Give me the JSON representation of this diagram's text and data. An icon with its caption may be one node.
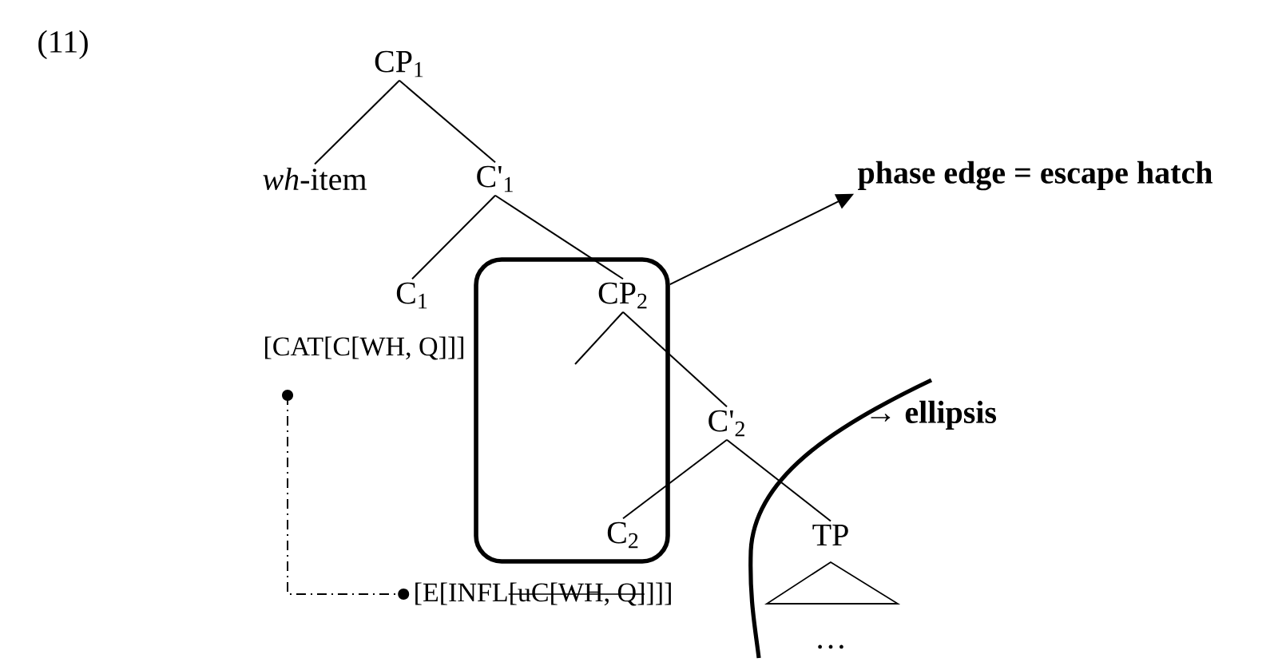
{
  "diagram": {
    "nodes": [
      {
        "text": [
          "CP$_{1}$"
        ]
      },
      {
        "text": [
          "*wh*-item"
        ]
      },
      {
        "text": [
          "C'$_{1}$"
        ]
      },
      {
        "text": [
          "C$_{1}$"
        ]
      },
      {
        "text": [
          "[CAT[C[WH, Q]]]"
        ]
      },
      {
        "text": [],
        "shape": "box"
      },
      {
        "text": [
          "CP$_{2}$"
        ],
        "in": 5
      },
      {
        "text": [
          "C'$_{2}$"
        ]
      },
      {
        "text": [
          "C$_{2}$"
        ],
        "in": 5
      },
      {
        "text": [
          "[E[INFL[uC[WH, Q]]]]"
        ]
      },
      {
        "text": [
          "TP"
        ]
      },
      {
        "text": [
          "phase edge = escape hatch"
        ]
      }
    ],
    "edges": [
      {
        "from": 0,
        "to": 1,
        "arrow": "none"
      },
      {
        "from": 0,
        "to": 2,
        "arrow": "none"
      },
      {
        "from": 2,
        "to": 3,
        "arrow": "none"
      },
      {
        "from": 2,
        "to": 6,
        "arrow": "none"
      },
      {
        "from": 6,
        "to": null,
        "arrow": "none"
      },
      {
        "from": 6,
        "to": 7,
        "arrow": "none"
      },
      {
        "from": 7,
        "to": 8,
        "arrow": "none"
      },
      {
        "from": 7,
        "to": 10,
        "arrow": "none"
      },
      {
        "from": 5,
        "to": 11,
        "arrow": "to"
      },
      {
        "from": 4,
        "to": 9,
        "arrow": "other",
        "style": "dashed"
      }
    ],
    "labels": [
      "(11)",
      "→ ellipsis",
      "…"
    ]
  }
}
